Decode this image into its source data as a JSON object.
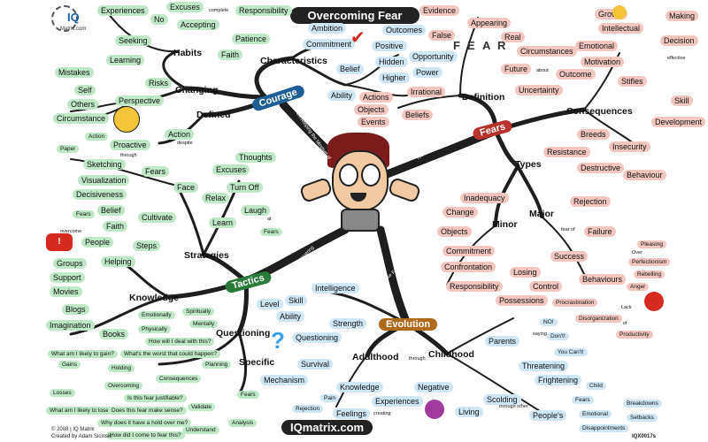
{
  "title": "Overcoming Fear",
  "website": "IQmatrix.com",
  "logo": {
    "text": "IQ",
    "sub": "Matrix.com"
  },
  "fear_letters": [
    "F",
    "E",
    "A",
    "R"
  ],
  "footer": {
    "copyright": "© 2008 | IQ Matrix",
    "creator": "Created by Adam Sicinski",
    "code": "IQX0017s"
  },
  "central_path_labels": {
    "developing": "Developing the Mindset of",
    "self_awareness": "Your Self Awareness of",
    "conquering": "Fear Conquering",
    "fear_path": "Your Fear Path of"
  },
  "branches": {
    "courage": "Courage",
    "fears": "Fears",
    "tactics": "Tactics",
    "evolution": "Evolution",
    "characteristics": "Characteristics",
    "habits": "Habits",
    "changing": "Changing",
    "defined": "Defined",
    "definition": "Definition",
    "consequences": "Consequences",
    "types": "Types",
    "minor": "Minor",
    "major": "Major",
    "strategies": "Strategies",
    "knowledge": "Knowledge",
    "questioning": "Questioning",
    "specific": "Specific",
    "adulthood": "Adulthood",
    "childhood": "Childhood"
  },
  "labels": {
    "experiences": "Experiences",
    "excuses": "Excuses",
    "complete": "complete",
    "responsibility": "Responsibility",
    "no": "No",
    "accepting": "Accepting",
    "seeking": "Seeking",
    "patience": "Patience",
    "faith": "Faith",
    "learning": "Learning",
    "mistakes": "Mistakes",
    "risks": "Risks",
    "self": "Self",
    "others": "Others",
    "perspective": "Perspective",
    "circumstance": "Circumstance",
    "action": "Action",
    "proactive": "Proactive",
    "despite": "despite",
    "ambition": "Ambition",
    "commitment": "Commitment",
    "outcomes": "Outcomes",
    "positive": "Positive",
    "belief": "Belief",
    "hidden": "Hidden",
    "opportunity": "Opportunity",
    "higher": "Higher",
    "power": "Power",
    "ability": "Ability",
    "evidence": "Evidence",
    "appearing": "Appearing",
    "false": "False",
    "real": "Real",
    "circumstances": "Circumstances",
    "future": "Future",
    "about": "about",
    "outcome": "Outcome",
    "uncertainty": "Uncertainty",
    "irrational": "Irrational",
    "actions": "Actions",
    "objects": "Objects",
    "events": "Events",
    "beliefs": "Beliefs",
    "growth": "Growth",
    "making": "Making",
    "intellectual": "Intellectual",
    "decision": "Decision",
    "emotional": "Emotional",
    "effective": "effective",
    "motivation": "Motivation",
    "stifles": "Stifles",
    "skill": "Skill",
    "development": "Development",
    "breeds": "Breeds",
    "insecurity": "Insecurity",
    "resistance": "Resistance",
    "destructive": "Destructive",
    "behaviour": "Behaviour",
    "inadequacy": "Inadequacy",
    "change": "Change",
    "rejection": "Rejection",
    "objects2": "Objects",
    "failure": "Failure",
    "fear_of": "fear of",
    "commitment2": "Commitment",
    "success": "Success",
    "pleasing": "Pleasing",
    "over": "Over",
    "perfectionism": "Perfectionism",
    "confrontation": "Confrontation",
    "losing": "Losing",
    "behaviours": "Behaviours",
    "rebelling": "Rebelling",
    "responsibility2": "Responsibility",
    "control": "Control",
    "possessions": "Possessions",
    "anger": "Anger",
    "procrastination": "Procrastination",
    "lack": "Lack",
    "disorganization": "Disorganization",
    "of": "of",
    "productivity": "Productivity",
    "thoughts": "Thoughts",
    "excuses2": "Excuses",
    "turn_off": "Turn Off",
    "relax": "Relax",
    "laugh": "Laugh",
    "at": "at",
    "learn": "Learn",
    "fears_small": "Fears",
    "action2": "Action",
    "paper": "Paper",
    "through": "through",
    "sketching": "Sketching",
    "fears2": "Fears",
    "face": "Face",
    "visualization": "Visualization",
    "decisiveness": "Decisiveness",
    "belief2": "Belief",
    "cultivate": "Cultivate",
    "faith2": "Faith",
    "steps": "Steps",
    "fears3": "Fears",
    "overcome": "overcome",
    "people": "People",
    "helping": "Helping",
    "groups": "Groups",
    "support": "Support",
    "movies": "Movies",
    "blogs": "Blogs",
    "imagination": "Imagination",
    "books": "Books",
    "emotionally": "Emotionally",
    "physically": "Physically",
    "spiritually": "Spiritually",
    "mentally": "Mentally",
    "how_deal": "How will I deal with this?",
    "worst": "What's the worst that could happen?",
    "gain": "What am I likely to gain?",
    "gains": "Gains",
    "holding": "Holding",
    "overcoming": "Overcoming",
    "consequences2": "Consequences",
    "losses": "Losses",
    "lose": "What am I likely to lose?",
    "justifiable": "Is this fear justifiable?",
    "make_sense": "Does this fear make sense?",
    "hold": "Why does it have a hold over me?",
    "come": "How did I come to fear this?",
    "planning": "Planning",
    "validate": "Validate",
    "understand": "Understand",
    "analysis": "Analysis",
    "fears4": "Fears",
    "level": "Level",
    "skill2": "Skill",
    "intelligence": "Intelligence",
    "ability2": "Ability",
    "strength": "Strength",
    "questioning2": "Questioning",
    "survival": "Survival",
    "mechanism": "Mechanism",
    "knowledge2": "Knowledge",
    "pain": "Pain",
    "rejection2": "Rejection",
    "feelings": "Feelings",
    "experiences2": "Experiences",
    "creating": "creating",
    "negative": "Negative",
    "living": "Living",
    "through2": "through",
    "through_other": "through other",
    "parents": "Parents",
    "no2": "NO!",
    "dont": "Don't!",
    "youcant": "You Can't!",
    "threatening": "Threatening",
    "frightening": "Frightening",
    "child": "Child",
    "scolding": "Scolding",
    "peoples": "People's",
    "fears5": "Fears",
    "emotional2": "Emotional",
    "setbacks": "Setbacks",
    "breakdowns": "Breakdowns",
    "disappointments": "Disappointments",
    "saying": "saying"
  },
  "colors": {
    "green": "#bfe8c6",
    "red": "#f3c6c0",
    "blue": "#cfe6f5",
    "branch": "#1e1e1e"
  }
}
